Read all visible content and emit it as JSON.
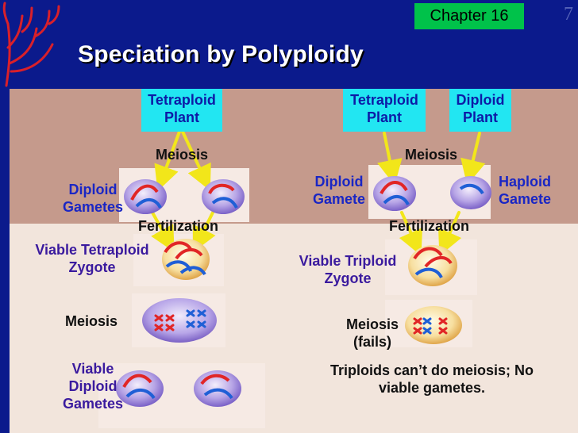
{
  "chapter": "Chapter 16",
  "page_number": "7",
  "title": "Speciation by Polyploidy",
  "left": {
    "tetraploid_plant": "Tetraploid Plant",
    "meiosis_top": "Meiosis",
    "diploid_gametes": "Diploid Gametes",
    "fertilization": "Fertilization",
    "viable_tetraploid_zygote": "Viable Tetraploid Zygote",
    "meiosis_bottom": "Meiosis",
    "viable_diploid_gametes": "Viable Diploid Gametes"
  },
  "right": {
    "tetraploid_plant": "Tetraploid Plant",
    "diploid_plant": "Diploid Plant",
    "meiosis_top": "Meiosis",
    "diploid_gamete": "Diploid Gamete",
    "haploid_gamete": "Haploid Gamete",
    "fertilization": "Fertilization",
    "viable_triploid_zygote": "Viable Triploid Zygote",
    "meiosis_fails": "Meiosis (fails)",
    "triploid_note": "Triploids can’t do meiosis; No viable gametes."
  },
  "colors": {
    "background": "#0b1a8c",
    "chapter_badge": "#00c24a",
    "plant_box": "#22e6f2",
    "arrow": "#f2e61a",
    "upper_panel": "#c59a8c",
    "lower_panel": "#f2e5dc"
  }
}
